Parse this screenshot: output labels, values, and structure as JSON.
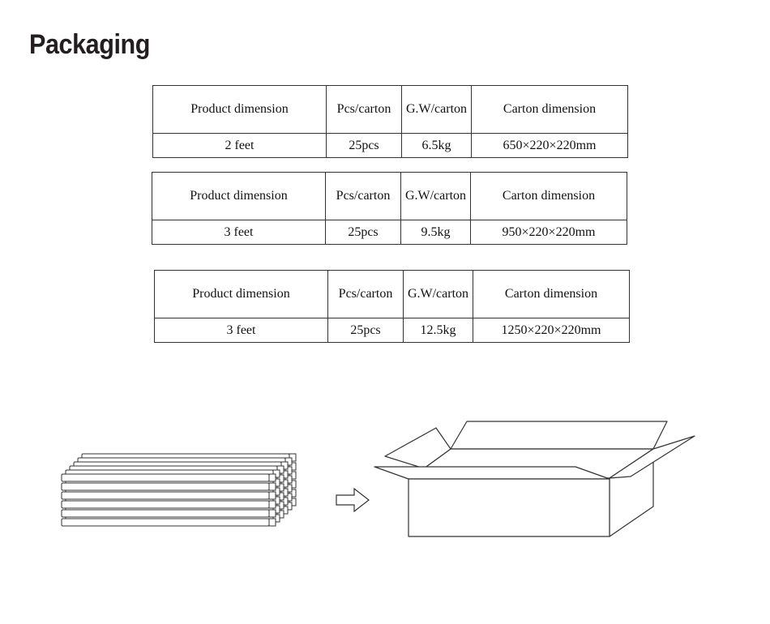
{
  "title": "Packaging",
  "tables": [
    {
      "headers": [
        "Product dimension",
        "Pcs/carton",
        "G.W/carton",
        "Carton dimension"
      ],
      "row": [
        "2 feet",
        "25pcs",
        "6.5kg",
        "650×220×220mm"
      ]
    },
    {
      "headers": [
        "Product dimension",
        "Pcs/carton",
        "G.W/carton",
        "Carton dimension"
      ],
      "row": [
        "3 feet",
        "25pcs",
        "9.5kg",
        "950×220×220mm"
      ]
    },
    {
      "headers": [
        "Product dimension",
        "Pcs/carton",
        "G.W/carton",
        "Carton dimension"
      ],
      "row": [
        "3 feet",
        "25pcs",
        "12.5kg",
        "1250×220×220mm"
      ]
    }
  ],
  "illustration": {
    "left": "stacked-tubes",
    "middle": "arrow-right-icon",
    "right": "open-carton-box"
  },
  "colors": {
    "text": "#231f20",
    "line": "#333333"
  }
}
